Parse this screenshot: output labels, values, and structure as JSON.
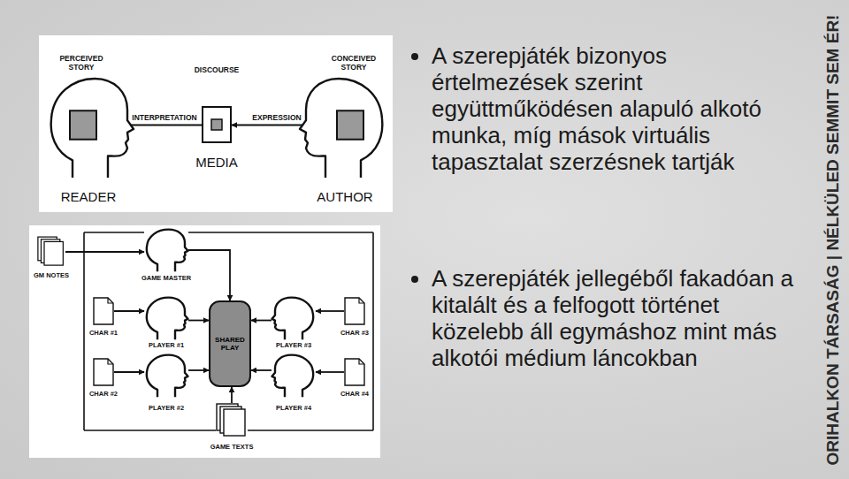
{
  "diagram": {
    "nodes": [
      {
        "text": [
          "PERCEIVED STORY",
          "READER"
        ]
      },
      {
        "text": [
          "DISCOURSE",
          "MEDIA"
        ]
      },
      {
        "text": [
          "CONCEIVED STORY",
          "AUTHOR"
        ]
      },
      {
        "text": [
          "GM NOTES"
        ]
      },
      {
        "text": [
          "GAME MASTER"
        ]
      },
      {
        "text": [
          "CHAR #1"
        ]
      },
      {
        "text": [
          "PLAYER #1"
        ]
      },
      {
        "text": [
          "CHAR #2"
        ]
      },
      {
        "text": [
          "PLAYER #2"
        ]
      },
      {
        "text": [
          "SHARED PLAY"
        ]
      },
      {
        "text": [
          "PLAYER #3"
        ]
      },
      {
        "text": [
          "CHAR #3"
        ]
      },
      {
        "text": [
          "PLAYER #4"
        ]
      },
      {
        "text": [
          "CHAR #4"
        ]
      },
      {
        "text": [
          "GAME TEXTS"
        ]
      }
    ],
    "edges": [
      {
        "from": 2,
        "to": 1,
        "label": "EXPRESSION",
        "arrow": "to"
      },
      {
        "from": 1,
        "to": 0,
        "label": "INTERPRETATION",
        "arrow": "to"
      },
      {
        "from": 3,
        "to": 4,
        "arrow": "to"
      },
      {
        "from": 4,
        "to": 9,
        "arrow": "to"
      },
      {
        "from": 5,
        "to": 6,
        "arrow": "to"
      },
      {
        "from": 6,
        "to": 9,
        "arrow": "to"
      },
      {
        "from": 7,
        "to": 8,
        "arrow": "to"
      },
      {
        "from": 8,
        "to": 9,
        "arrow": "to"
      },
      {
        "from": 11,
        "to": 10,
        "arrow": "to"
      },
      {
        "from": 10,
        "to": 9,
        "arrow": "to"
      },
      {
        "from": 13,
        "to": 12,
        "arrow": "to"
      },
      {
        "from": 12,
        "to": 9,
        "arrow": "to"
      },
      {
        "from": 14,
        "to": 9,
        "arrow": "to"
      }
    ],
    "labels": [
      "A szerepjáték bizonyos értelmezések szerint együttműködésen alapuló alkotó munka, míg mások virtuális tapasztalat szerzésnek tartják",
      "A szerepjáték jellegéből fakadóan a kitalált és a felfogott történet közelebb áll egymáshoz mint más alkotói médium láncokban",
      "ORIHALKON TÁRSASÁG | NÉLKÜLED SEMMIT SEM ÉR!"
    ]
  }
}
